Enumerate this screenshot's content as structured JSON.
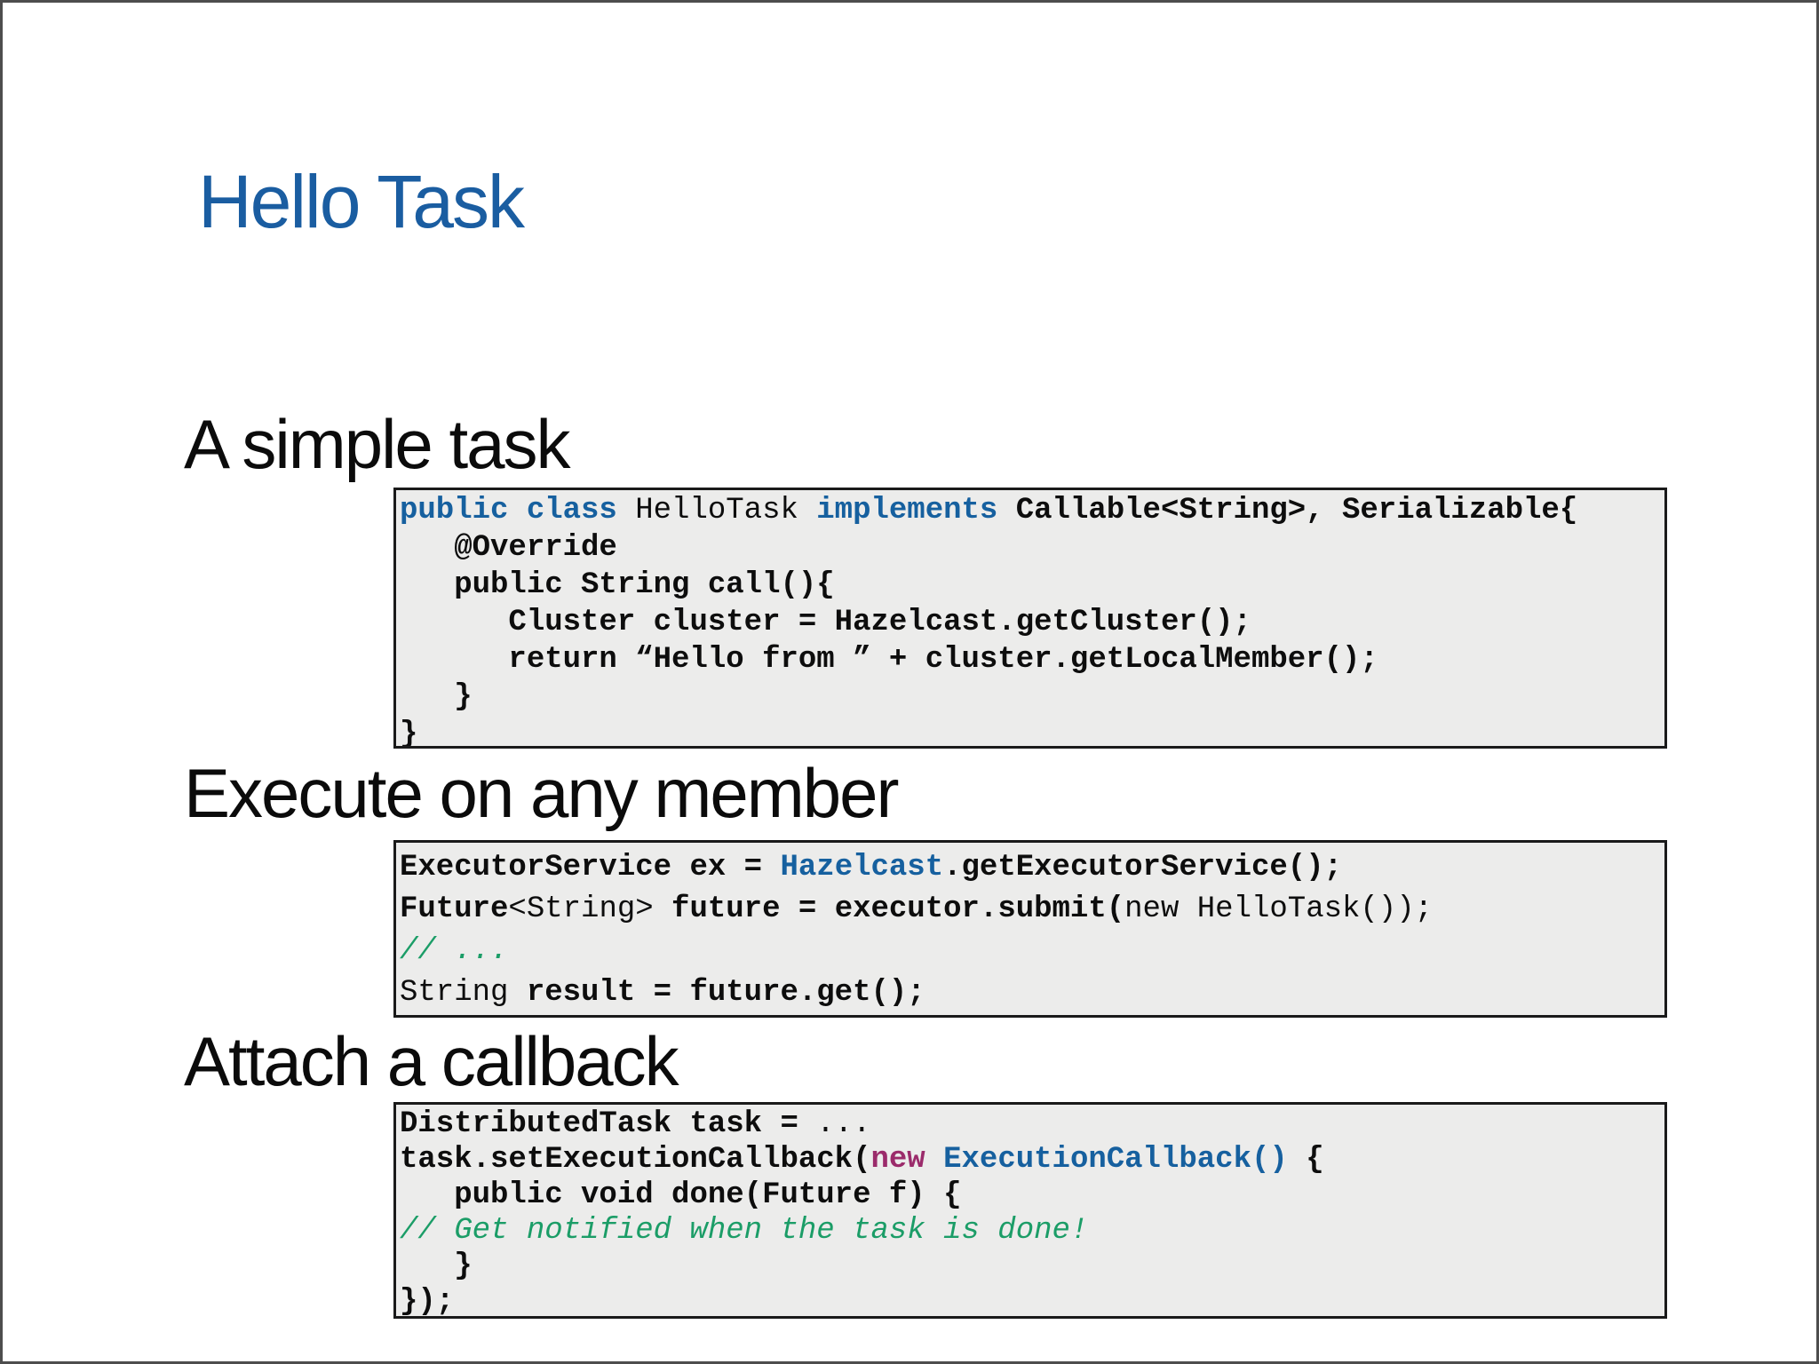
{
  "slide": {
    "title": "Hello Task",
    "colors": {
      "title_blue": "#1a5da1",
      "keyword_blue": "#16609f",
      "keyword_magenta": "#9b2b6b",
      "comment_green": "#1b9d67",
      "code_bg": "#ececeb",
      "code_border": "#1a1a1a",
      "slide_border": "#4d4d4d"
    },
    "sections": [
      {
        "heading": "A simple task",
        "code": [
          [
            {
              "t": "public class",
              "s": "kw"
            },
            {
              "t": " HelloTask ",
              "s": "plain"
            },
            {
              "t": "implements",
              "s": "kw"
            },
            {
              "t": " Callable<String>, Serializable{",
              "s": "bold"
            }
          ],
          [
            {
              "t": "   @Override",
              "s": "bold"
            }
          ],
          [
            {
              "t": "   public String call(){",
              "s": "bold"
            }
          ],
          [
            {
              "t": "      Cluster cluster = Hazelcast.getCluster();",
              "s": "bold"
            }
          ],
          [
            {
              "t": "      return “Hello from ” + cluster.getLocalMember();",
              "s": "bold"
            }
          ],
          [
            {
              "t": "   }",
              "s": "bold"
            }
          ],
          [
            {
              "t": "}",
              "s": "bold"
            }
          ]
        ]
      },
      {
        "heading": "Execute on any member",
        "code": [
          [
            {
              "t": "ExecutorService ex = ",
              "s": "bold"
            },
            {
              "t": "Hazelcast",
              "s": "kw"
            },
            {
              "t": ".getExecutorService();",
              "s": "bold"
            }
          ],
          [
            {
              "t": "Future",
              "s": "bold"
            },
            {
              "t": "<String>",
              "s": "plain"
            },
            {
              "t": " future = executor.submit(",
              "s": "bold"
            },
            {
              "t": "new HelloTask());",
              "s": "plain"
            }
          ],
          [
            {
              "t": "// ...",
              "s": "comment"
            }
          ],
          [
            {
              "t": "String ",
              "s": "plain"
            },
            {
              "t": "result = future.get();",
              "s": "bold"
            }
          ]
        ]
      },
      {
        "heading": "Attach a callback",
        "code": [
          [
            {
              "t": "DistributedTask task = ",
              "s": "bold"
            },
            {
              "t": "...",
              "s": "plain"
            }
          ],
          [
            {
              "t": "task.setExecutionCallback(",
              "s": "bold"
            },
            {
              "t": "new",
              "s": "new"
            },
            {
              "t": " ",
              "s": "bold"
            },
            {
              "t": "ExecutionCallback()",
              "s": "kw"
            },
            {
              "t": " {",
              "s": "bold"
            }
          ],
          [
            {
              "t": "   public void done(Future f) {",
              "s": "bold"
            }
          ],
          [
            {
              "t": "// Get notified when the task is done!",
              "s": "comment"
            }
          ],
          [
            {
              "t": "   }",
              "s": "bold"
            }
          ],
          [
            {
              "t": "});",
              "s": "bold"
            }
          ]
        ]
      }
    ]
  }
}
